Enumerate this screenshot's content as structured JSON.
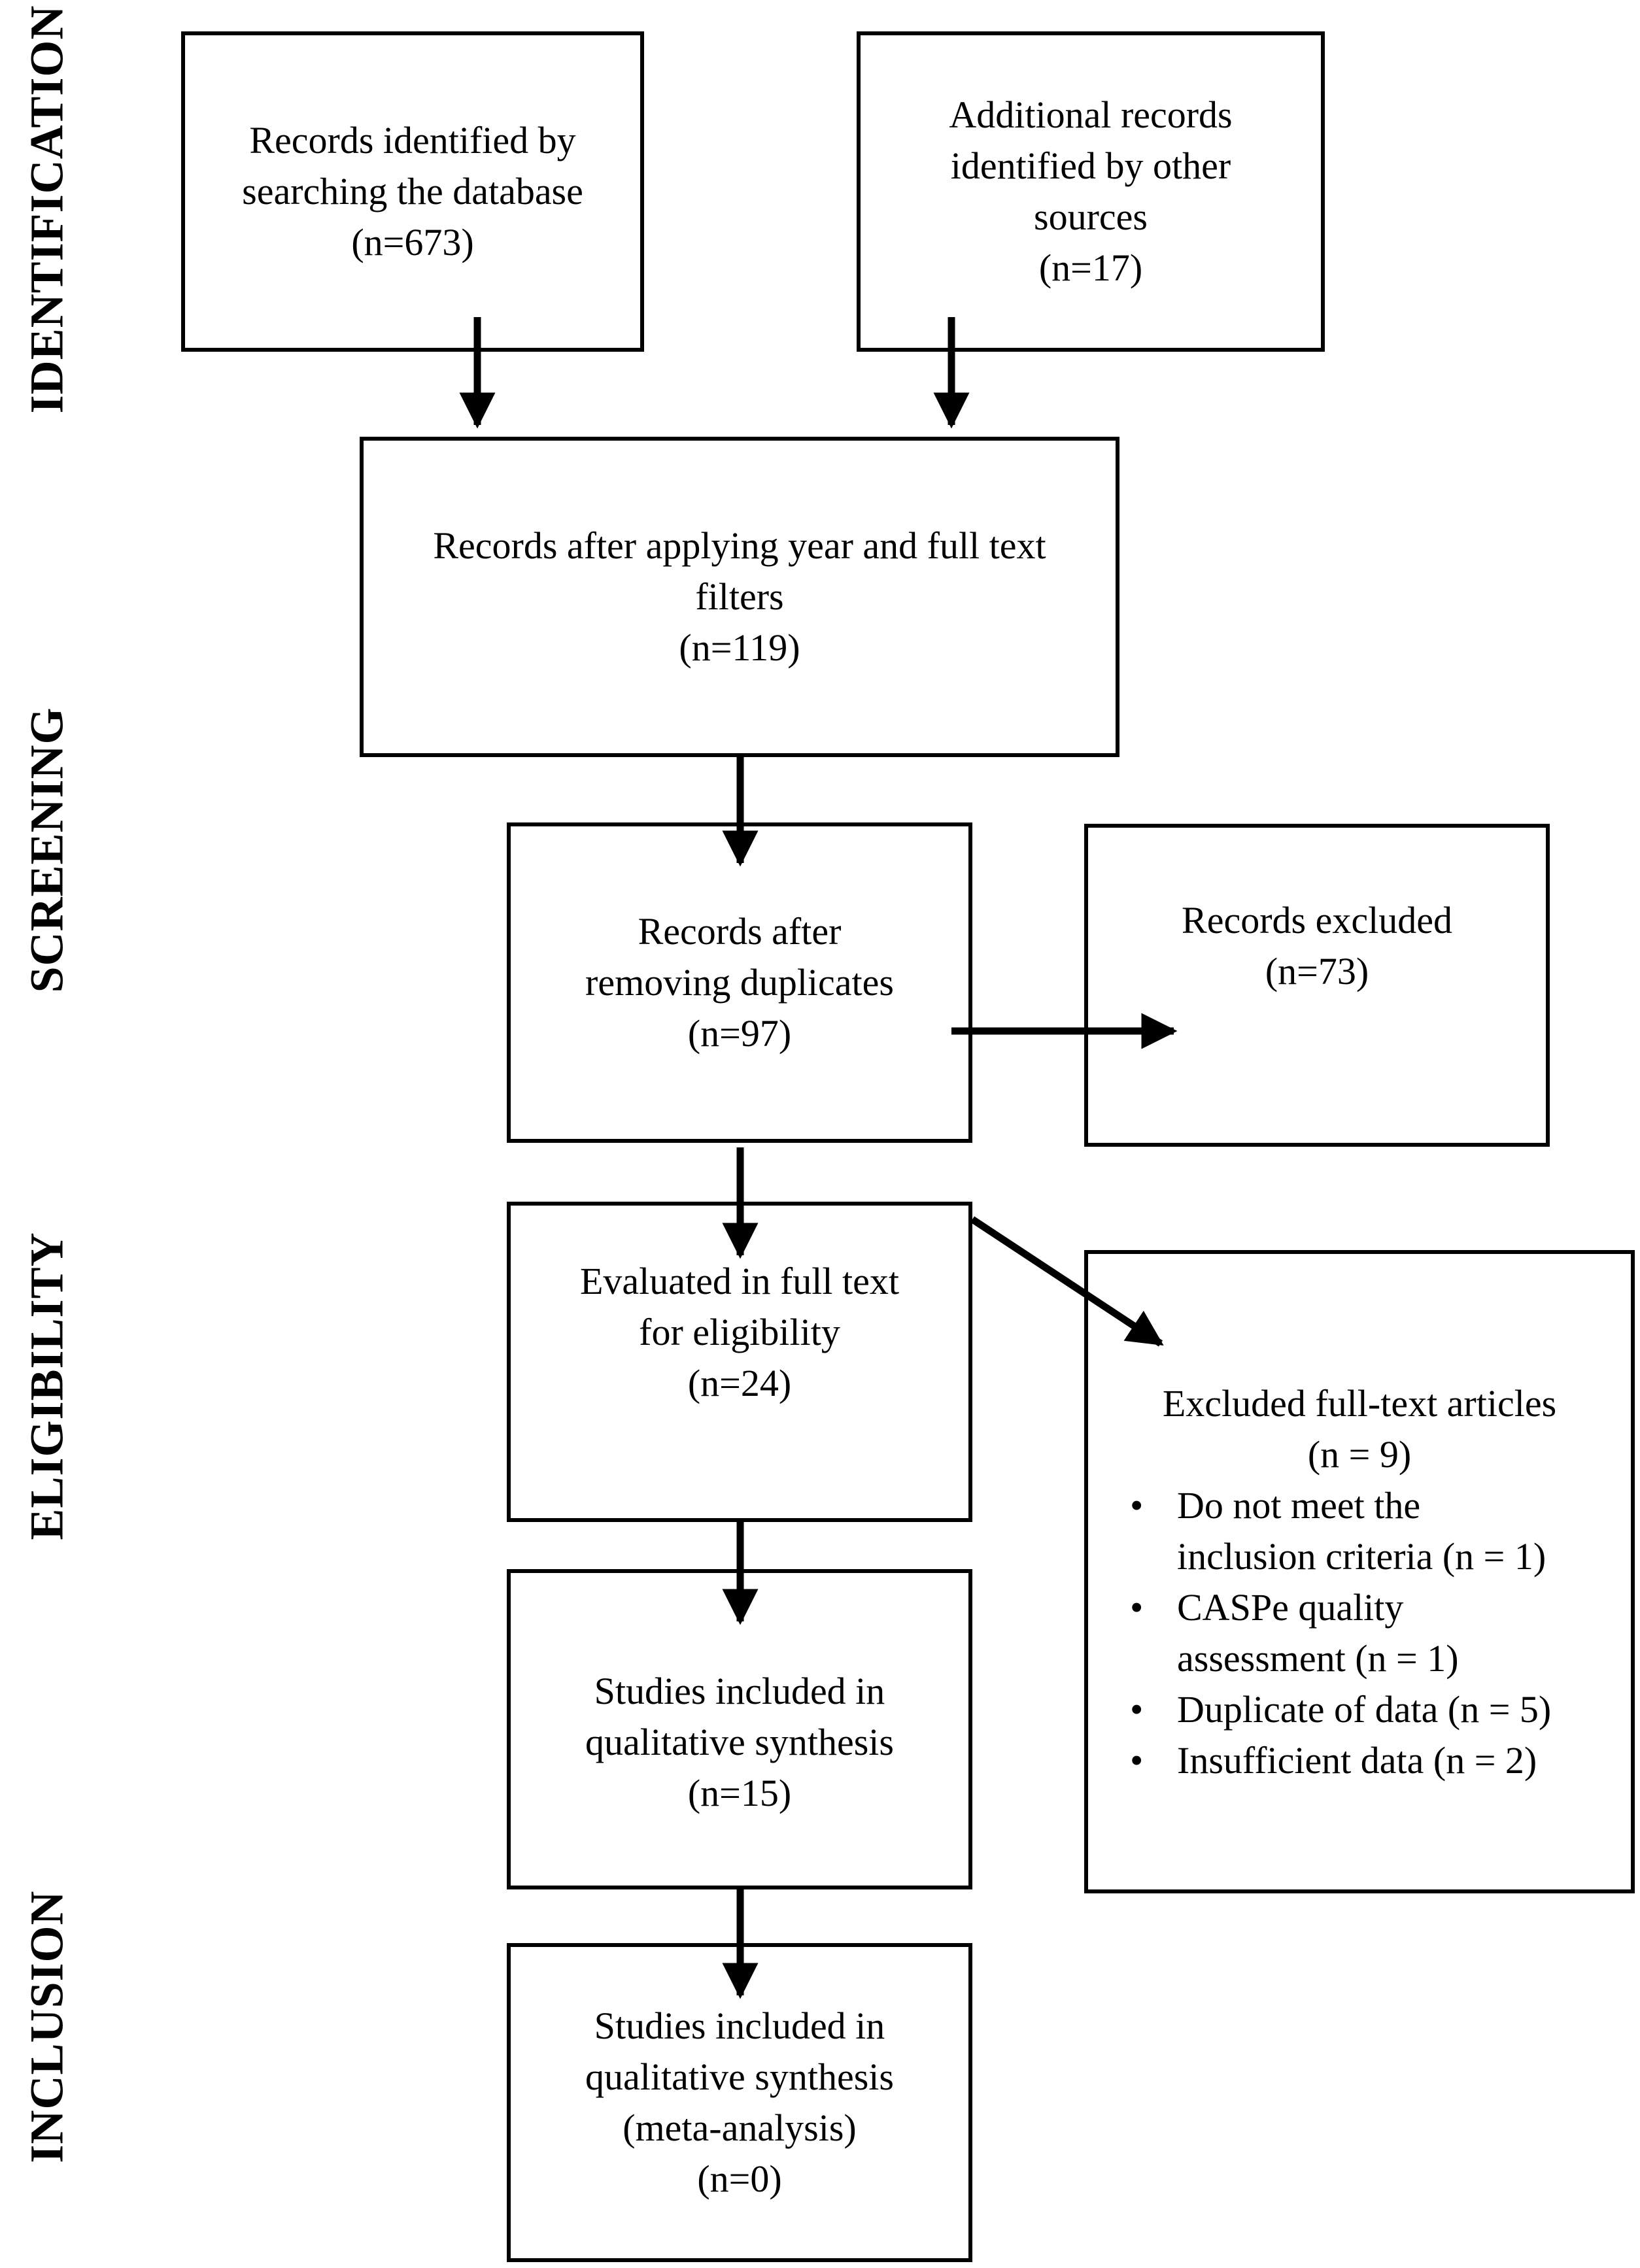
{
  "stages": {
    "identification": "IDENTIFICATION",
    "screening": "SCREENING",
    "eligibility": "ELIGIBILITY",
    "inclusion": "INCLUSION"
  },
  "boxes": {
    "database": {
      "lines": [
        "Records identified by",
        "searching the database",
        "(n=673)"
      ]
    },
    "other_sources": {
      "lines": [
        "Additional records",
        "identified by other",
        "sources",
        "(n=17)"
      ]
    },
    "filters": {
      "lines": [
        "Records after applying year and full text",
        "filters",
        "(n=119)"
      ]
    },
    "duplicates": {
      "lines": [
        "Records after",
        "removing duplicates",
        "(n=97)"
      ]
    },
    "excluded": {
      "lines": [
        "Records excluded",
        "(n=73)"
      ]
    },
    "full_text": {
      "lines": [
        "Evaluated in full text",
        "for eligibility",
        "(n=24)"
      ]
    },
    "qualitative": {
      "lines": [
        "Studies included in",
        "qualitative synthesis",
        "(n=15)"
      ]
    },
    "meta": {
      "lines": [
        "Studies included in",
        "qualitative synthesis",
        "(meta-analysis)",
        "(n=0)"
      ]
    }
  },
  "excluded_full_text": {
    "title": "Excluded full-text articles",
    "count": "(n = 9)",
    "bullet": "•",
    "reasons": [
      [
        "Do not meet the",
        "inclusion criteria (n = 1)"
      ],
      [
        "CASPe quality",
        "assessment (n = 1)"
      ],
      [
        "Duplicate of data (n = 5)"
      ],
      [
        "Insufficient data (n = 2)"
      ]
    ]
  }
}
